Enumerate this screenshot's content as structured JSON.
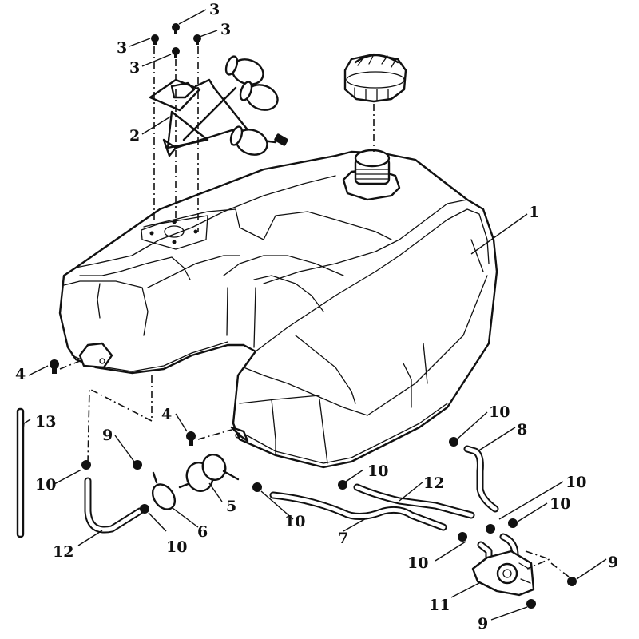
{
  "diagram": {
    "title": "",
    "type": "exploded-parts-diagram",
    "subject": "fuel tank assembly",
    "labels": [
      {
        "id": "l1",
        "text": "1",
        "part": "fuel-tank"
      },
      {
        "id": "l2",
        "text": "2",
        "part": "fuel-sender-unit"
      },
      {
        "id": "l3a",
        "text": "3",
        "part": "screw"
      },
      {
        "id": "l3b",
        "text": "3",
        "part": "screw"
      },
      {
        "id": "l3c",
        "text": "3",
        "part": "screw"
      },
      {
        "id": "l3d",
        "text": "3",
        "part": "screw"
      },
      {
        "id": "l4a",
        "text": "4",
        "part": "bolt"
      },
      {
        "id": "l4b",
        "text": "4",
        "part": "bolt"
      },
      {
        "id": "l5",
        "text": "5",
        "part": "fuel-filter"
      },
      {
        "id": "l6",
        "text": "6",
        "part": "filter-clamp"
      },
      {
        "id": "l7",
        "text": "7",
        "part": "fuel-hose"
      },
      {
        "id": "l8",
        "text": "8",
        "part": "hose"
      },
      {
        "id": "l9a",
        "text": "9",
        "part": "bolt"
      },
      {
        "id": "l9b",
        "text": "9",
        "part": "bolt"
      },
      {
        "id": "l9c",
        "text": "9",
        "part": "bolt"
      },
      {
        "id": "l10a",
        "text": "10",
        "part": "hose-clip"
      },
      {
        "id": "l10b",
        "text": "10",
        "part": "hose-clip"
      },
      {
        "id": "l10c",
        "text": "10",
        "part": "hose-clip"
      },
      {
        "id": "l10d",
        "text": "10",
        "part": "hose-clip"
      },
      {
        "id": "l10e",
        "text": "10",
        "part": "hose-clip"
      },
      {
        "id": "l10f",
        "text": "10",
        "part": "hose-clip"
      },
      {
        "id": "l10g",
        "text": "10",
        "part": "hose-clip"
      },
      {
        "id": "l10h",
        "text": "10",
        "part": "hose-clip"
      },
      {
        "id": "l11",
        "text": "11",
        "part": "fuel-pump"
      },
      {
        "id": "l12a",
        "text": "12",
        "part": "hose"
      },
      {
        "id": "l12b",
        "text": "12",
        "part": "hose"
      },
      {
        "id": "l13",
        "text": "13",
        "part": "breather-tube"
      }
    ]
  }
}
